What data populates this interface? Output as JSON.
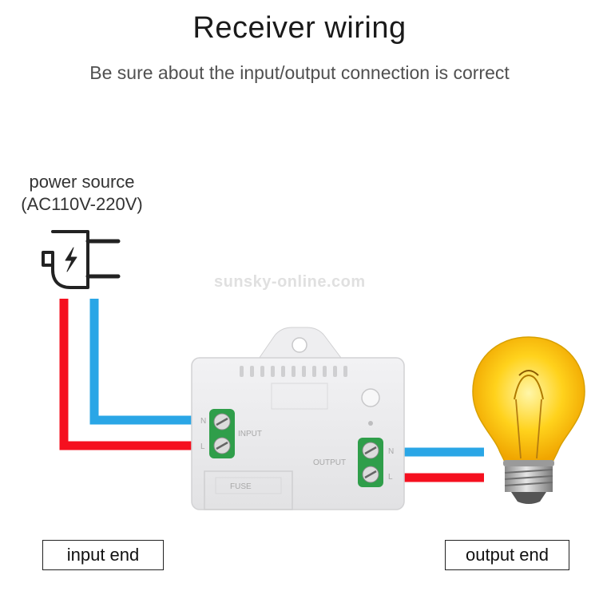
{
  "title": "Receiver wiring",
  "subtitle": "Be sure about the input/output connection is correct",
  "power_source": {
    "label": "power source",
    "voltage": "(AC110V-220V)",
    "icon": "plug-icon"
  },
  "receiver": {
    "input_label": "INPUT",
    "output_label": "OUTPUT",
    "fuse_label": "FUSE",
    "terminal_n": "N",
    "terminal_l": "L"
  },
  "load": {
    "icon": "light-bulb-icon"
  },
  "watermark": "sunsky-online.com",
  "input_end": "input end",
  "output_end": "output end",
  "colors": {
    "live_wire": "#f5101f",
    "neutral_wire": "#2aa6e6",
    "terminal_green": "#2f9e4a",
    "receiver_body": "#e9e9eb",
    "bulb_glow": "#ffd21c"
  }
}
